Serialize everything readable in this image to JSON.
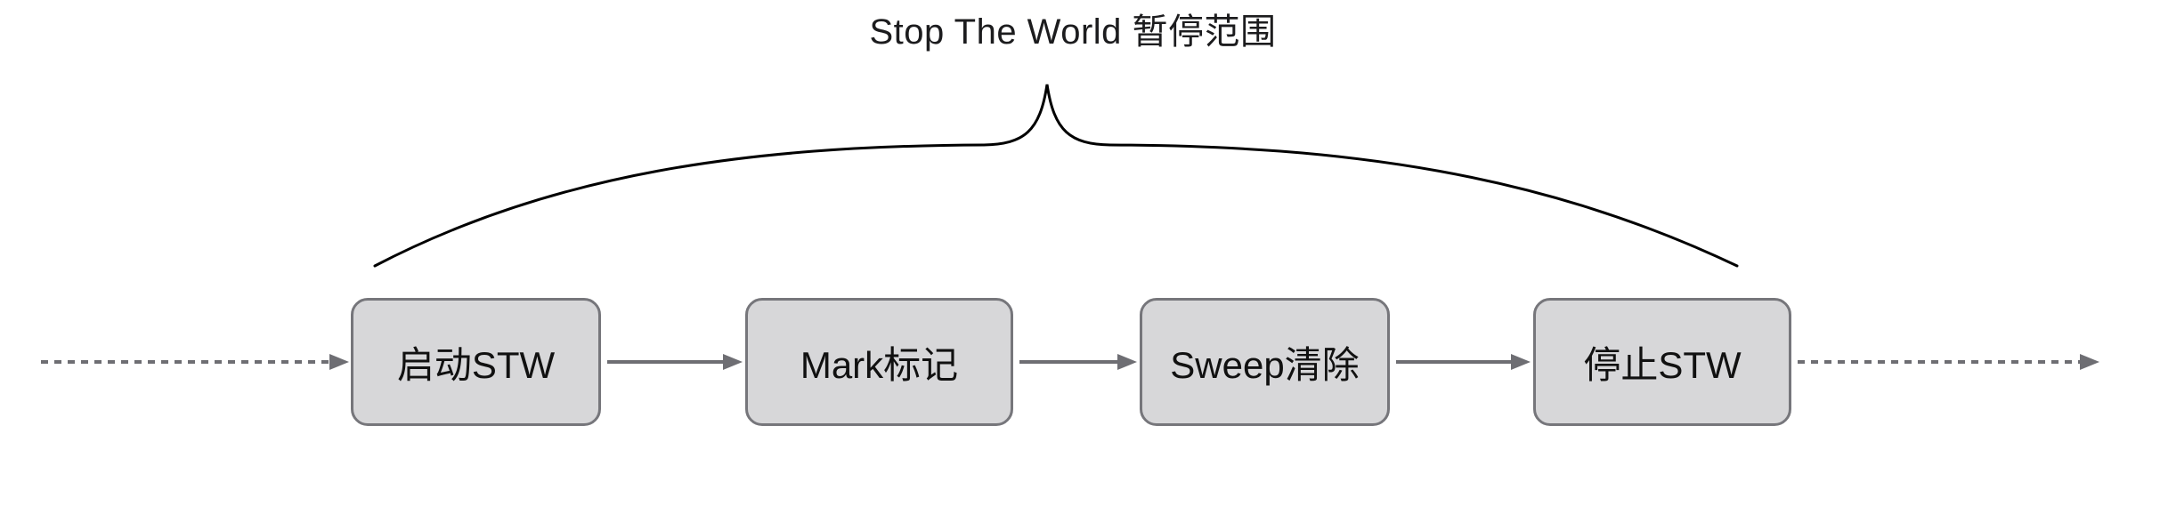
{
  "title": "Stop The World 暂停范围",
  "nodes": [
    {
      "id": "start-stw",
      "label": "启动STW"
    },
    {
      "id": "mark",
      "label": "Mark标记"
    },
    {
      "id": "sweep",
      "label": "Sweep清除"
    },
    {
      "id": "stop-stw",
      "label": "停止STW"
    }
  ],
  "connectors": {
    "incoming": "dashed-arrow",
    "between_nodes": "solid-arrow",
    "outgoing": "dashed-arrow"
  },
  "colors": {
    "node_fill": "#d7d7d9",
    "node_border": "#76767b",
    "arrow": "#6e6e73",
    "brace": "#000000",
    "text": "#111111",
    "background": "#ffffff"
  }
}
